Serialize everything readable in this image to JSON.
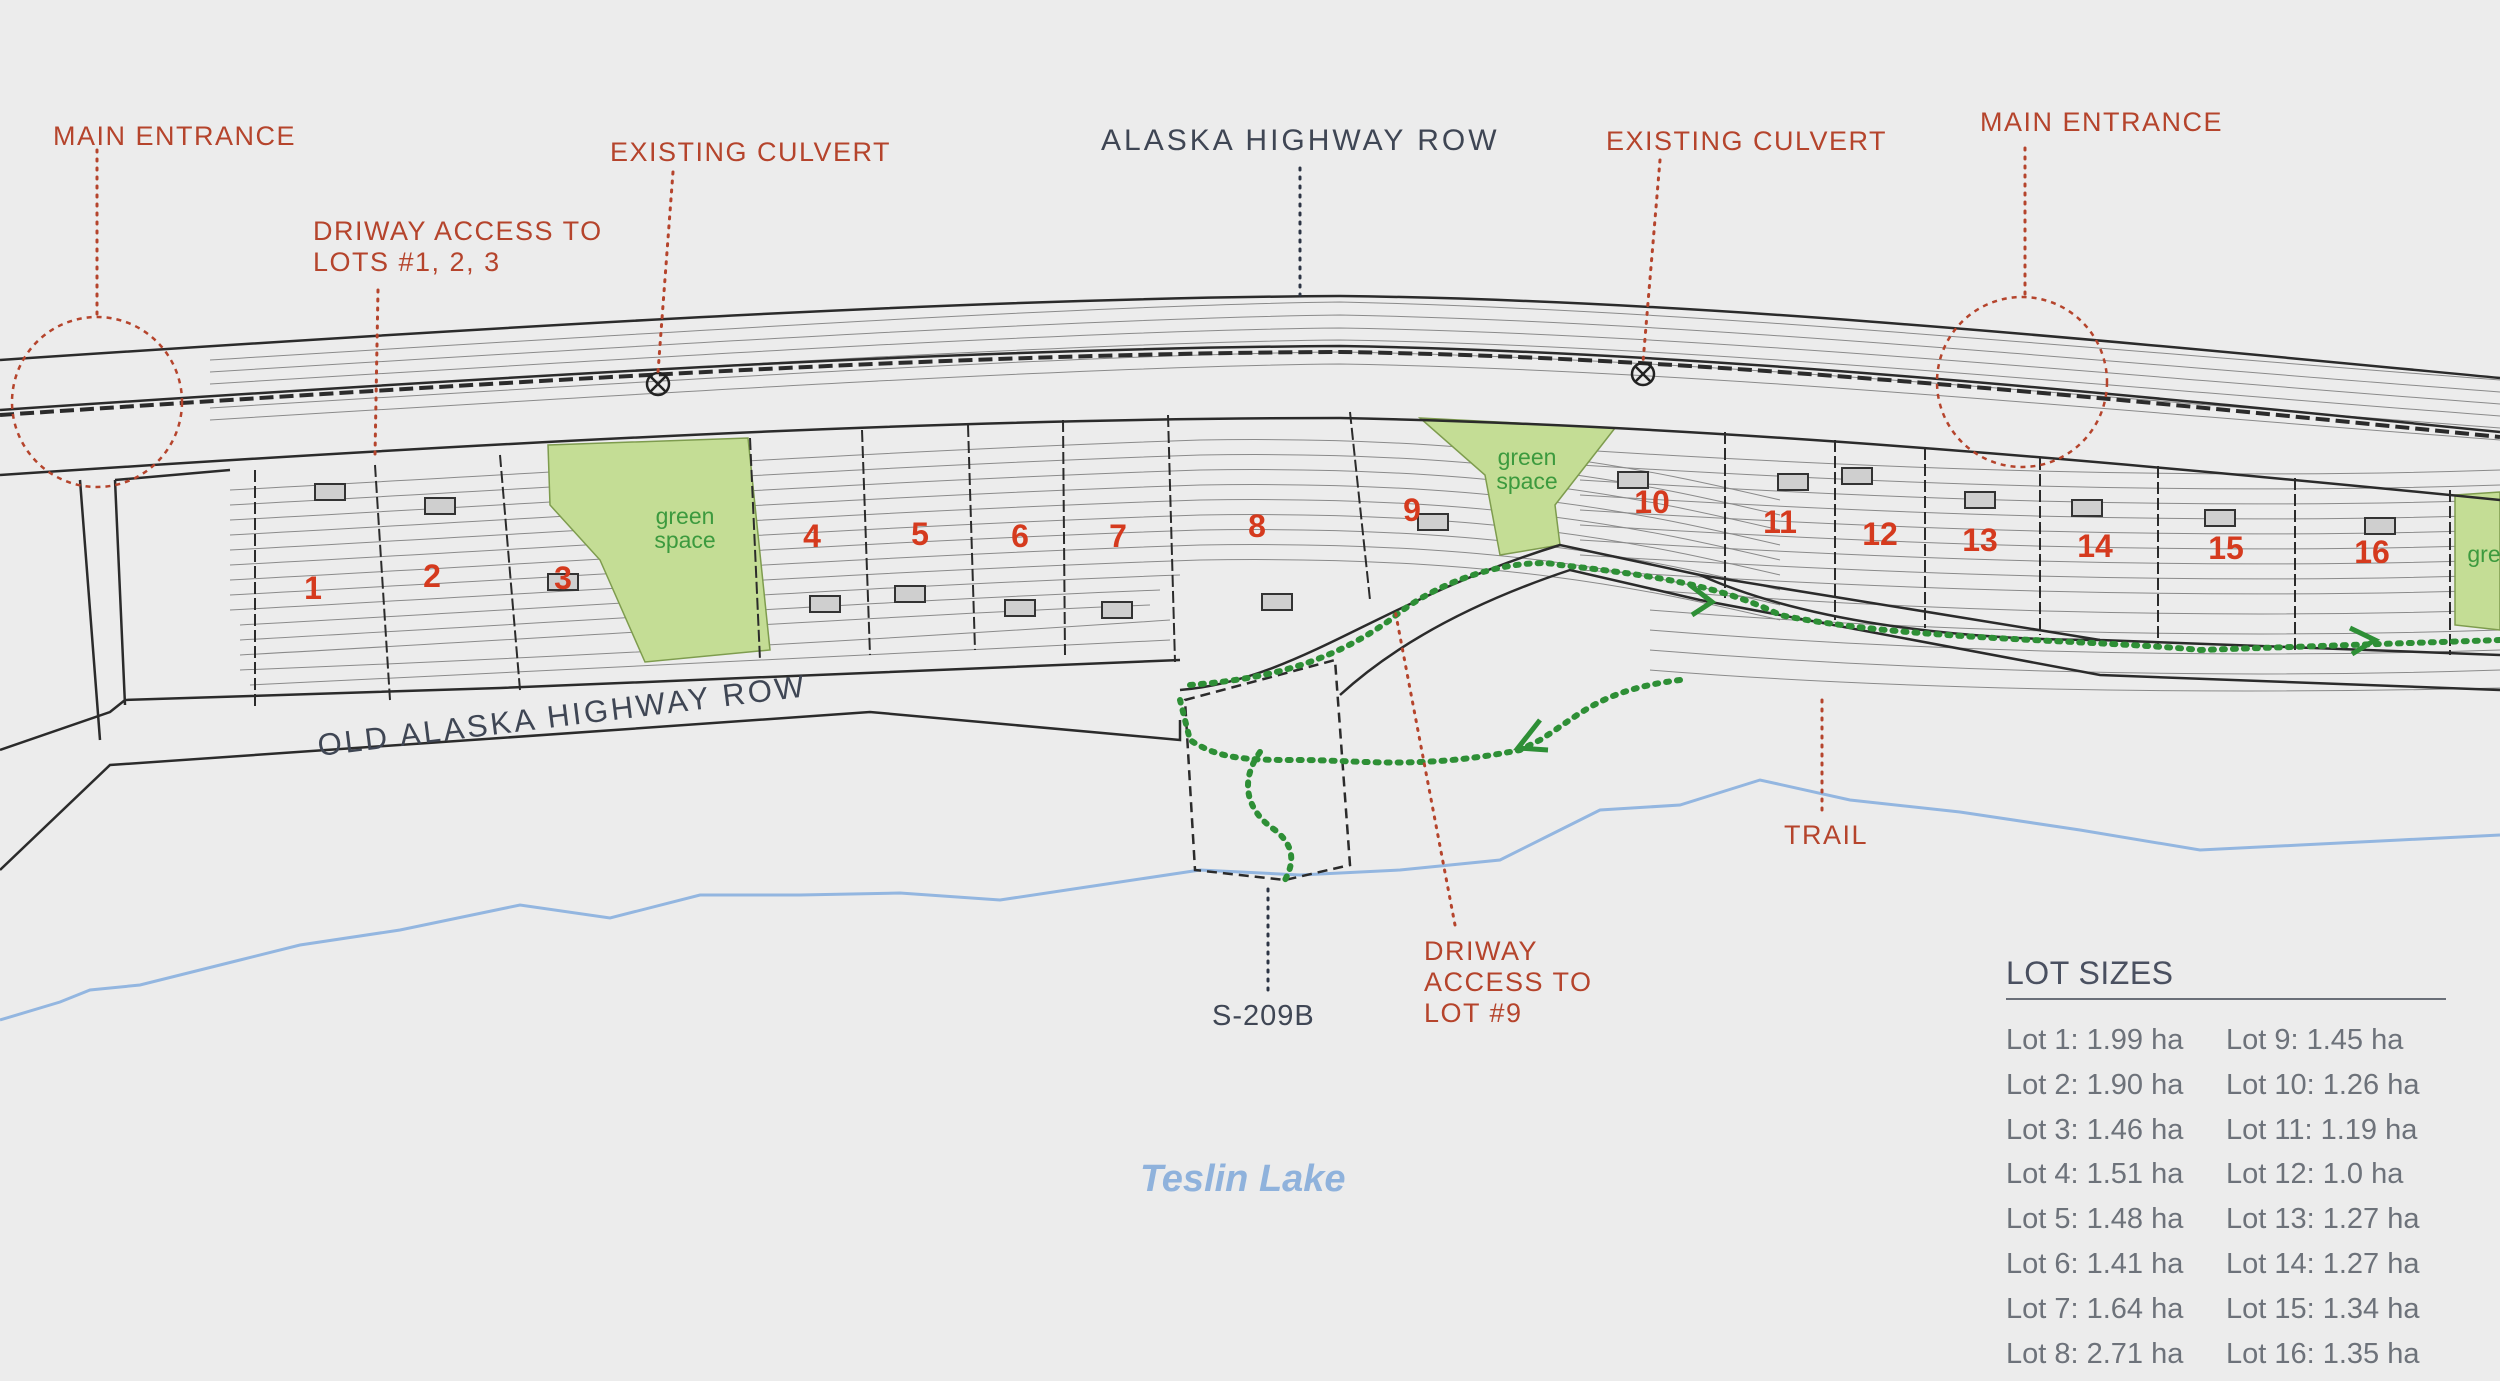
{
  "callouts": {
    "main_entrance_left": "MAIN ENTRANCE",
    "existing_culvert_left": "EXISTING CULVERT",
    "highway_row": "ALASKA HIGHWAY ROW",
    "existing_culvert_right": "EXISTING CULVERT",
    "main_entrance_right": "MAIN ENTRANCE",
    "driveway_access_lots_123": "DRIWAY ACCESS TO\nLOTS #1, 2, 3",
    "trail": "TRAIL",
    "driveway_access_lot9": "DRIWAY\nACCESS TO\nLOT #9",
    "parcel_s209b": "S-209B"
  },
  "road_label": "OLD ALASKA HIGHWAY ROW",
  "lake_label": "Teslin Lake",
  "green_space_label": "green\nspace",
  "green_space_partial": "gre",
  "lots": [
    "1",
    "2",
    "3",
    "4",
    "5",
    "6",
    "7",
    "8",
    "9",
    "10",
    "11",
    "12",
    "13",
    "14",
    "15",
    "16"
  ],
  "lot_sizes": {
    "title": "LOT SIZES",
    "left_column": [
      "Lot 1: 1.99 ha",
      "Lot 2: 1.90 ha",
      "Lot 3: 1.46 ha",
      "Lot 4: 1.51 ha",
      "Lot 5: 1.48 ha",
      "Lot 6: 1.41 ha",
      "Lot 7: 1.64 ha",
      "Lot 8: 2.71 ha"
    ],
    "right_column": [
      "Lot 9: 1.45 ha",
      "Lot 10: 1.26 ha",
      "Lot 11: 1.19 ha",
      "Lot 12: 1.0 ha",
      "Lot 13: 1.27 ha",
      "Lot 14: 1.27 ha",
      "Lot 15: 1.34 ha",
      "Lot 16: 1.35 ha"
    ]
  },
  "colors": {
    "callout": "#b5442c",
    "lot_number": "#d53a1e",
    "green_space": "#c4dd95",
    "trail": "#2e8f36",
    "lake_shore": "#93b6e0",
    "linework": "#2b2b2b"
  }
}
